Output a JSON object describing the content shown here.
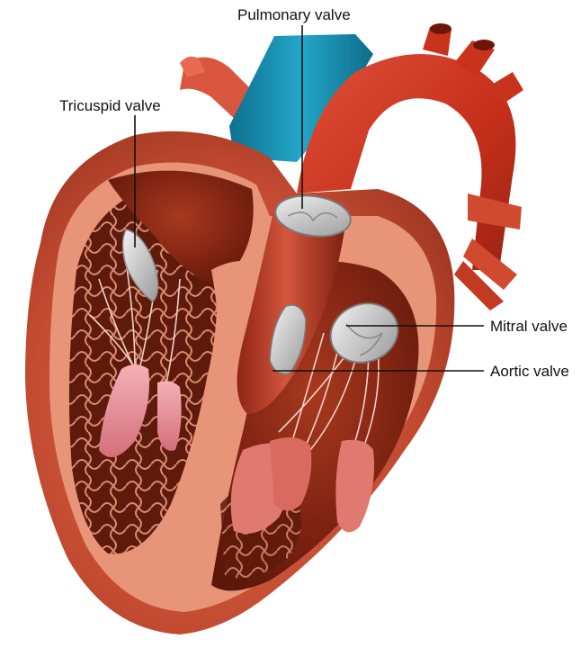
{
  "diagram": {
    "labels": {
      "pulmonary": "Pulmonary valve",
      "tricuspid": "Tricuspid valve",
      "mitral": "Mitral valve",
      "aortic": "Aortic valve"
    },
    "colors": {
      "background": "#ffffff",
      "myocardium_outer": "#c8523a",
      "myocardium_inner": "#e89478",
      "chamber": "#8a2a18",
      "aorta": "#c9331c",
      "pulmonary_artery": "#1a8fb0",
      "valve": "#cfcfcf",
      "papillary": "#e8909a",
      "chordae": "#f2d6cc",
      "label_text": "#111111"
    }
  }
}
